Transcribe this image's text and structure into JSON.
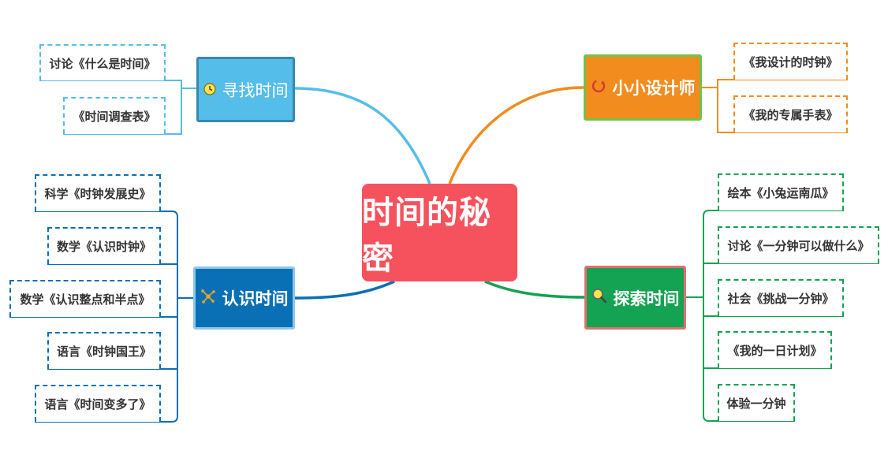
{
  "central": {
    "label": "时间的秘密"
  },
  "branches": {
    "find": {
      "label": "寻找时间",
      "icon": "clock-icon",
      "color": "#55bdea",
      "leaves": [
        "讨论《什么是时间》",
        "《时间调查表》"
      ]
    },
    "know": {
      "label": "认识时间",
      "icon": "network-nodes-icon",
      "color": "#0a70b5",
      "leaves": [
        "科学《时钟发展史》",
        "数学《认识时钟》",
        "数学《认识整点和半点》",
        "语言《时钟国王》",
        "语言《时间变多了》"
      ]
    },
    "design": {
      "label": "小小设计师",
      "icon": "cycle-arrows-icon",
      "color": "#f28c1e",
      "leaves": [
        "《我设计的时钟》",
        "《我的专属手表》"
      ]
    },
    "explore": {
      "label": "探索时间",
      "icon": "magnifier-icon",
      "color": "#14a352",
      "leaves": [
        "绘本《小兔运南瓜》",
        "讨论《一分钟可以做什么》",
        "社会《挑战一分钟》",
        "《我的一日计划》",
        "体验一分钟"
      ]
    }
  },
  "colors": {
    "central": "#f5525d"
  }
}
